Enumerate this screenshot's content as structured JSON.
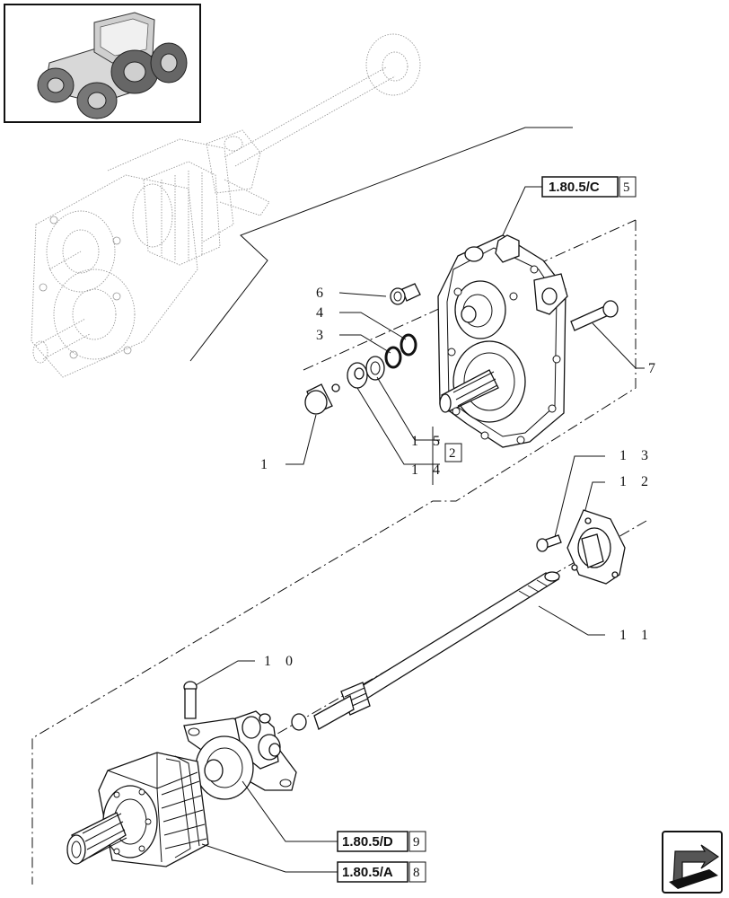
{
  "callouts": {
    "c1": "1",
    "c3": "3",
    "c4": "4",
    "c6": "6",
    "c7": "7",
    "c10": "1 0",
    "c11": "1 1",
    "c12": "1 2",
    "c13": "1 3",
    "c14": "1 4",
    "c15": "1 5"
  },
  "refs": {
    "top_ref": "1.80.5/C",
    "top_ref_num": "5",
    "kit_num": "2",
    "mid_ref": "1.80.5/D",
    "mid_ref_num": "9",
    "bottom_ref": "1.80.5/A",
    "bottom_ref_num": "8"
  },
  "icons": {
    "thumbnail": "tractor-thumbnail-icon",
    "navigation": "next-page-arrow-icon"
  }
}
